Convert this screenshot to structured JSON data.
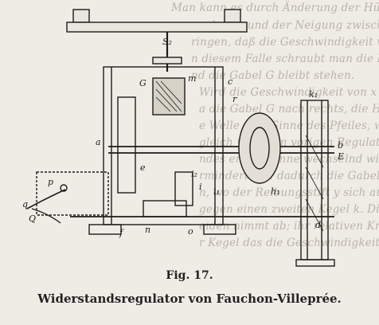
{
  "background_text": [
    "Man kann es durch Änderung der Hülsenstellung",
    "egulators und der Neigung zwischen A und B daß",
    "ringen, daß die Geschwindigkeit von x immer dieselbe i",
    "n diesem Falle schraubt man die Hülsen nicht in einand",
    "nd die Gabel G bleibt stehen.",
    "Wird die Geschwindigkeit von x Achse u größ",
    "a die Gabel G nach rechts, die Hebel h und dadur",
    "e Welle q im Sinne des Pfeiles, wodurch das Win",
    "gleich wie beim vorigen Regulator ausgeglichen zu Fin",
    "ndes ersten Sinne wechselnd wird die Geschwindigkeit",
    "rmindert und dadurch die Gabel G nach links",
    "n, wo der Reibungsstift y sich auf dem Rücken",
    "gegen einen zweiten Kegel k. Die Stellung zwisch",
    "eiden nimmt ab; ihr relativen Kräften vermehrt sich u",
    "r Kegel das die Geschwindigkeit . u"
  ],
  "figure": {
    "labels": {
      "S2": "S₂",
      "G": "G",
      "m": "m",
      "c": "c",
      "r": "r",
      "k1": "k₁",
      "a": "a",
      "e": "e",
      "b": "b",
      "E": "E",
      "h1": "h₁",
      "p": "p",
      "q": "q",
      "i": "i",
      "i1": "i₁",
      "i2": "i₂",
      "d": "d",
      "Q": "Q",
      "n": "n",
      "o": "o",
      "f": "f"
    }
  },
  "captions": {
    "figure_number": "Fig. 17.",
    "title": "Widerstandsregulator von Fauchon-Villeprée."
  }
}
